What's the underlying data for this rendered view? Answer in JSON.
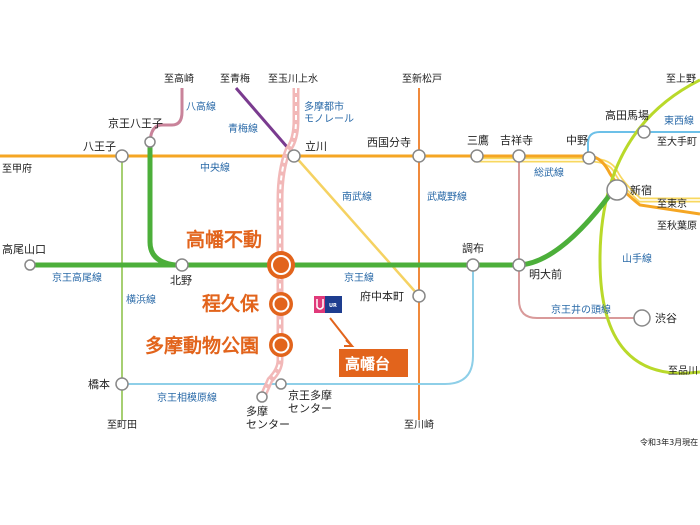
{
  "colors": {
    "chuo": "#f5a623",
    "keio": "#4caf3a",
    "yamanote": "#b9d92a",
    "musashino": "#f08a3c",
    "nambu": "#f5d262",
    "monorail": "#f2b8b8",
    "hachiko": "#c9839a",
    "oume": "#7a3b8f",
    "sagamihara": "#8ecfe8",
    "yokohama": "#a6cf72",
    "sobu": "#f8d860",
    "tozai": "#6cc0e8",
    "inokashira": "#d99a9a",
    "accent": "#e2641c"
  },
  "destinations": {
    "kofu": "至甲府",
    "takasaki": "至高崎",
    "aome": "至青梅",
    "tamagawajosui": "至玉川上水",
    "shinmatsudo": "至新松戸",
    "ueno": "至上野",
    "otemachi": "至大手町",
    "tokyo": "至東京",
    "akihabara": "至秋葉原",
    "shinagawa": "至品川",
    "machida": "至町田",
    "kawasaki": "至川崎"
  },
  "stations": {
    "keio_hachioji": "京王八王子",
    "hachioji": "八王子",
    "tachikawa": "立川",
    "nishikokubunji": "西国分寺",
    "mitaka": "三鷹",
    "kichijoji": "吉祥寺",
    "nakano": "中野",
    "takadanobaba": "高田馬場",
    "shinjuku": "新宿",
    "takaosanguchi": "高尾山口",
    "kitano": "北野",
    "chofu": "調布",
    "meidaimae": "明大前",
    "fuchuhonmachi": "府中本町",
    "shibuya": "渋谷",
    "hashimoto": "橋本",
    "keio_tama_center": "京王多摩\nセンター",
    "tama_center": "多摩\nセンター"
  },
  "lines": {
    "hachiko": "八高線",
    "oume": "青梅線",
    "monorail": "多摩都市\nモノレール",
    "chuo": "中央線",
    "nambu": "南武線",
    "musashino": "武蔵野線",
    "sobu": "総武線",
    "tozai": "東西線",
    "yamanote": "山手線",
    "keio_takao": "京王高尾線",
    "keio": "京王線",
    "yokohama": "横浜線",
    "inokashira": "京王井の頭線",
    "sagamihara": "京王相模原線"
  },
  "featured": {
    "takahatafudo": "高幡不動",
    "hodokubo": "程久保",
    "tama_dobutsukoen": "多摩動物公園"
  },
  "highlight": {
    "label": "高幡台",
    "logo_text": "UR"
  },
  "note": "令和3年3月現在"
}
